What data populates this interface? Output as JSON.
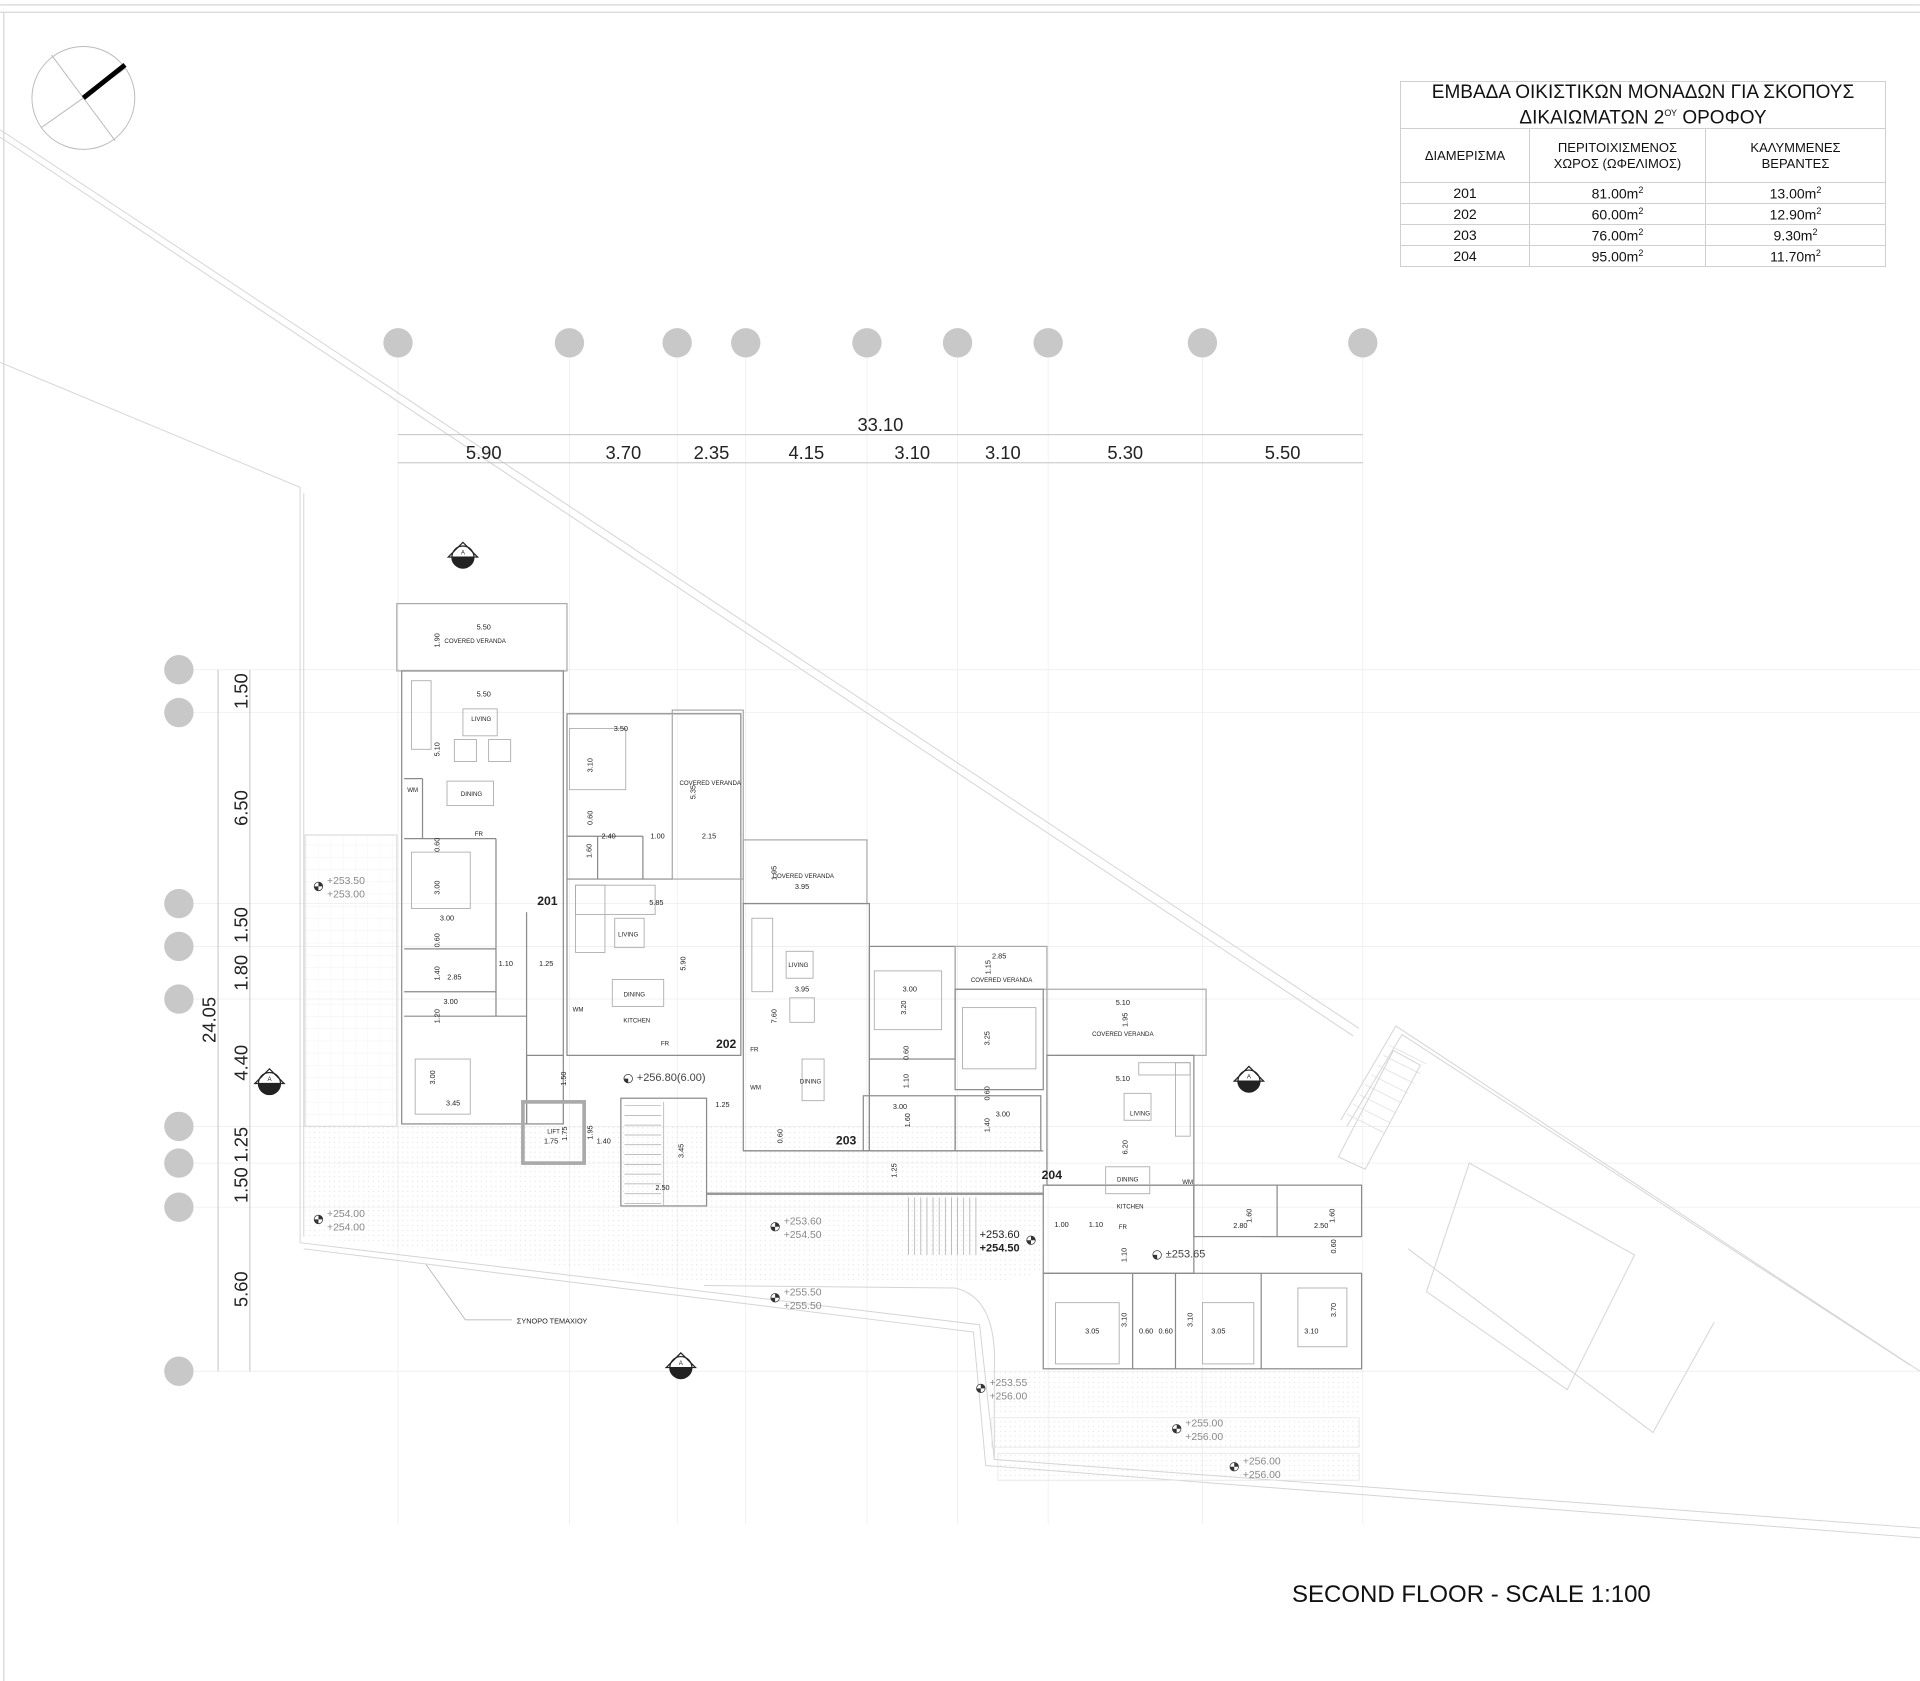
{
  "area_table": {
    "title_line1": "ΕΜΒΑΔΑ ΟΙΚΙΣΤΙΚΩΝ ΜΟΝΑΔΩΝ ΓΙΑ ΣΚΟΠΟΥΣ",
    "title_line2_pre": "ΔΙΚΑΙΩΜΑΤΩΝ 2",
    "title_line2_sup": "ΟΥ",
    "title_line2_post": " ΟΡΟΦΟΥ",
    "col_unit": "ΔΙΑΜΕΡΙΣΜΑ",
    "col_enclosed_l1": "ΠΕΡΙΤΟΙΧΙΣΜΕΝΟΣ",
    "col_enclosed_l2": "ΧΩΡΟΣ (ΩΦΕΛΙΜΟΣ)",
    "col_veranda_l1": "ΚΑΛΥΜΜΕΝΕΣ",
    "col_veranda_l2": "ΒΕΡΑΝΤΕΣ",
    "unit_suffix": "m",
    "unit_sup": "2",
    "rows": [
      {
        "unit": "201",
        "enclosed": "81.00",
        "veranda": "13.00"
      },
      {
        "unit": "202",
        "enclosed": "60.00",
        "veranda": "12.90"
      },
      {
        "unit": "203",
        "enclosed": "76.00",
        "veranda": "9.30"
      },
      {
        "unit": "204",
        "enclosed": "95.00",
        "veranda": "11.70"
      }
    ]
  },
  "plan_title": "SECOND FLOOR - SCALE 1:100",
  "horizontal_dims": {
    "total": "33.10",
    "segments": [
      "5.90",
      "3.70",
      "2.35",
      "4.15",
      "3.10",
      "3.10",
      "5.30",
      "5.50"
    ]
  },
  "vertical_dims": {
    "total": "24.05",
    "segments": [
      "1.50",
      "6.50",
      "1.50",
      "1.80",
      "4.40",
      "1.25",
      "1.50",
      "5.60"
    ]
  },
  "unit_numbers": [
    "201",
    "202",
    "203",
    "204"
  ],
  "room_labels": [
    "COVERED VERANDA",
    "LIVING",
    "DINING",
    "WM",
    "FR",
    "COVERED VERANDA",
    "LIVING",
    "DINING",
    "WM",
    "KITCHEN",
    "FR",
    "COVERED VERANDA",
    "LIVING",
    "FR",
    "DINING",
    "WM",
    "COVERED VERANDA",
    "LIFT",
    "COVERED VERANDA",
    "LIVING",
    "DINING",
    "WM",
    "KITCHEN",
    "FR"
  ],
  "room_dims": [
    "5.50",
    "1.90",
    "5.50",
    "5.10",
    "0.60",
    "3.00",
    "3.00",
    "0.60",
    "1.40",
    "2.85",
    "3.00",
    "1.20",
    "3.00",
    "3.45",
    "1.10",
    "1.25",
    "3.50",
    "3.10",
    "5.35",
    "0.60",
    "2.40",
    "1.00",
    "2.15",
    "1.60",
    "5.85",
    "5.90",
    "1.95",
    "3.95",
    "3.95",
    "7.60",
    "0.60",
    "2.85",
    "1.15",
    "3.00",
    "3.20",
    "3.25",
    "0.60",
    "1.10",
    "0.60",
    "3.00",
    "1.60",
    "3.00",
    "1.40",
    "1.50",
    "1.25",
    "1.75",
    "1.75",
    "1.95",
    "1.40",
    "3.45",
    "2.50",
    "1.25",
    "5.10",
    "1.95",
    "5.10",
    "6.20",
    "1.00",
    "1.10",
    "2.80",
    "1.60",
    "2.50",
    "1.60",
    "1.10",
    "0.60",
    "3.05",
    "3.10",
    "0.60",
    "0.60",
    "3.10",
    "3.05",
    "3.10",
    "3.70"
  ],
  "levels": [
    {
      "top": "+253.50",
      "bottom": "+253.00"
    },
    {
      "top": "+254.00",
      "bottom": "+254.00"
    },
    {
      "top": "+253.60",
      "bottom": "+254.50"
    },
    {
      "top": "+253.60",
      "bottom": "+254.50"
    },
    {
      "top": "+255.50",
      "bottom": "+255.50"
    },
    {
      "top": "+253.55",
      "bottom": "+256.00"
    },
    {
      "top": "+255.00",
      "bottom": "+256.00"
    },
    {
      "top": "+256.00",
      "bottom": "+256.00"
    }
  ],
  "single_levels": [
    "+256.80(6.00)",
    "±253.65"
  ],
  "boundary_label": "ΣΥΝΟΡΟ ΤΕΜΑΧΙΟΥ",
  "section_marker_label": "A",
  "icons": {
    "compass": "north-arrow-icon",
    "section": "section-marker-icon",
    "level": "level-marker-icon",
    "grid": "grid-bubble-icon"
  }
}
